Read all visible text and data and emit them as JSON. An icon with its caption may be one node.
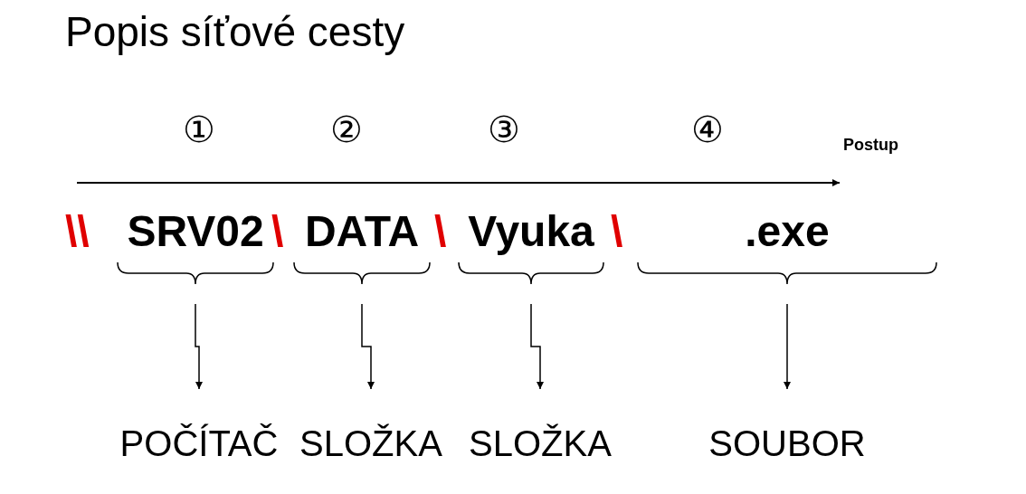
{
  "diagram": {
    "title": "Popis síťové cesty",
    "nodes": [
      {
        "text": [
          "SRV02"
        ]
      },
      {
        "text": [
          "DATA"
        ]
      },
      {
        "text": [
          "Vyuka"
        ]
      },
      {
        "text": [
          ".exe"
        ]
      },
      {
        "text": [
          "POČÍTAČ"
        ]
      },
      {
        "text": [
          "SLOŽKA"
        ]
      },
      {
        "text": [
          "SLOŽKA"
        ]
      },
      {
        "text": [
          "SOUBOR"
        ]
      }
    ],
    "edges": [
      {
        "from": 0,
        "to": 4,
        "arrow": "to"
      },
      {
        "from": 1,
        "to": 5,
        "arrow": "to"
      },
      {
        "from": 2,
        "to": 6,
        "arrow": "to"
      },
      {
        "from": 3,
        "to": 7,
        "arrow": "to"
      }
    ],
    "labels": [
      "①",
      "②",
      "③",
      "④",
      "Postup",
      "\\\\",
      "\\",
      "\\",
      "\\"
    ]
  }
}
